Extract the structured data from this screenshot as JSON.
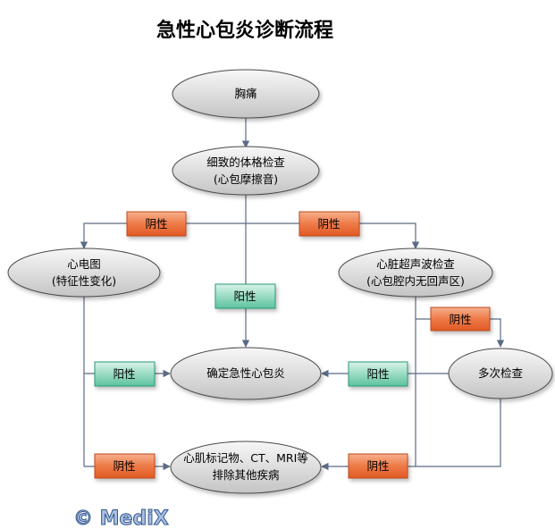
{
  "title": "急性心包炎诊断流程",
  "watermark": "© MediX",
  "nodes": {
    "chest_pain": "胸痛",
    "exam_line1": "细致的体格检查",
    "exam_line2": "(心包摩擦音)",
    "ecg_line1": "心电图",
    "ecg_line2": "(特征性变化)",
    "echo_line1": "心脏超声波检查",
    "echo_line2": "(心包腔内无回声区)",
    "confirm": "确定急性心包炎",
    "repeat": "多次检查",
    "markers_line1": "心肌标记物、CT、MRI等",
    "markers_line2": "排除其他疾病"
  },
  "labels": {
    "neg_exam_ecg": "阴性",
    "neg_exam_echo": "阴性",
    "pos_exam": "阳性",
    "neg_echo_repeat": "阴性",
    "pos_ecg": "阳性",
    "pos_echo": "阳性",
    "neg_ecg": "阴性",
    "neg_repeat": "阴性"
  },
  "colors": {
    "node_fill_light": "#f3f3f3",
    "node_fill_dark": "#c7c7c7",
    "node_stroke": "#4c4c4c",
    "negative_fill": "#e8612c",
    "negative_fill_light": "#f4a27c",
    "positive_fill": "#2fb08a",
    "positive_fill_light": "#bfe9d9",
    "edge": "#5a6b85"
  }
}
